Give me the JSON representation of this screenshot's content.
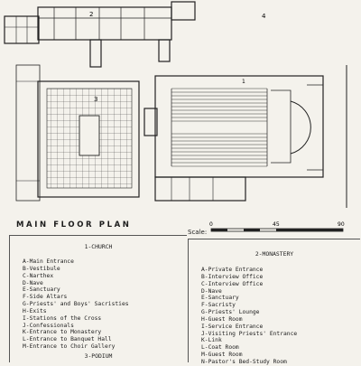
{
  "plan": {
    "title": "MAIN FLOOR PLAN",
    "wing_numbers": [
      "1",
      "2",
      "3",
      "4"
    ],
    "scale": {
      "label": "Scale:",
      "ticks": [
        "0",
        "45",
        "90"
      ]
    }
  },
  "church_legend": {
    "heading": "1-CHURCH",
    "items": [
      "A-Main Entrance",
      "B-Vestibule",
      "C-Narthex",
      "D-Nave",
      "E-Sanctuary",
      "F-Side Altars",
      "G-Priests' and Boys' Sacristies",
      "H-Exits",
      "I-Stations of the Cross",
      "J-Confessionals",
      "K-Entrance to Monastery",
      "L-Entrance to Banquet Hall",
      "M-Entrance to Choir Gallery"
    ],
    "next_heading": "3-PODIUM"
  },
  "monastery_legend": {
    "heading": "2-MONASTERY",
    "items": [
      "A-Private Entrance",
      "B-Interview Office",
      "C-Interview Office",
      "D-Nave",
      "E-Sanctuary",
      "F-Sacristy",
      "G-Priests' Lounge",
      "H-Guest Room",
      "I-Service Entrance",
      "J-Visiting Priests' Entrance",
      "K-Link",
      "L-Coat Room",
      "M-Guest Room",
      "N-Pastor's Bed-Study Room"
    ]
  }
}
